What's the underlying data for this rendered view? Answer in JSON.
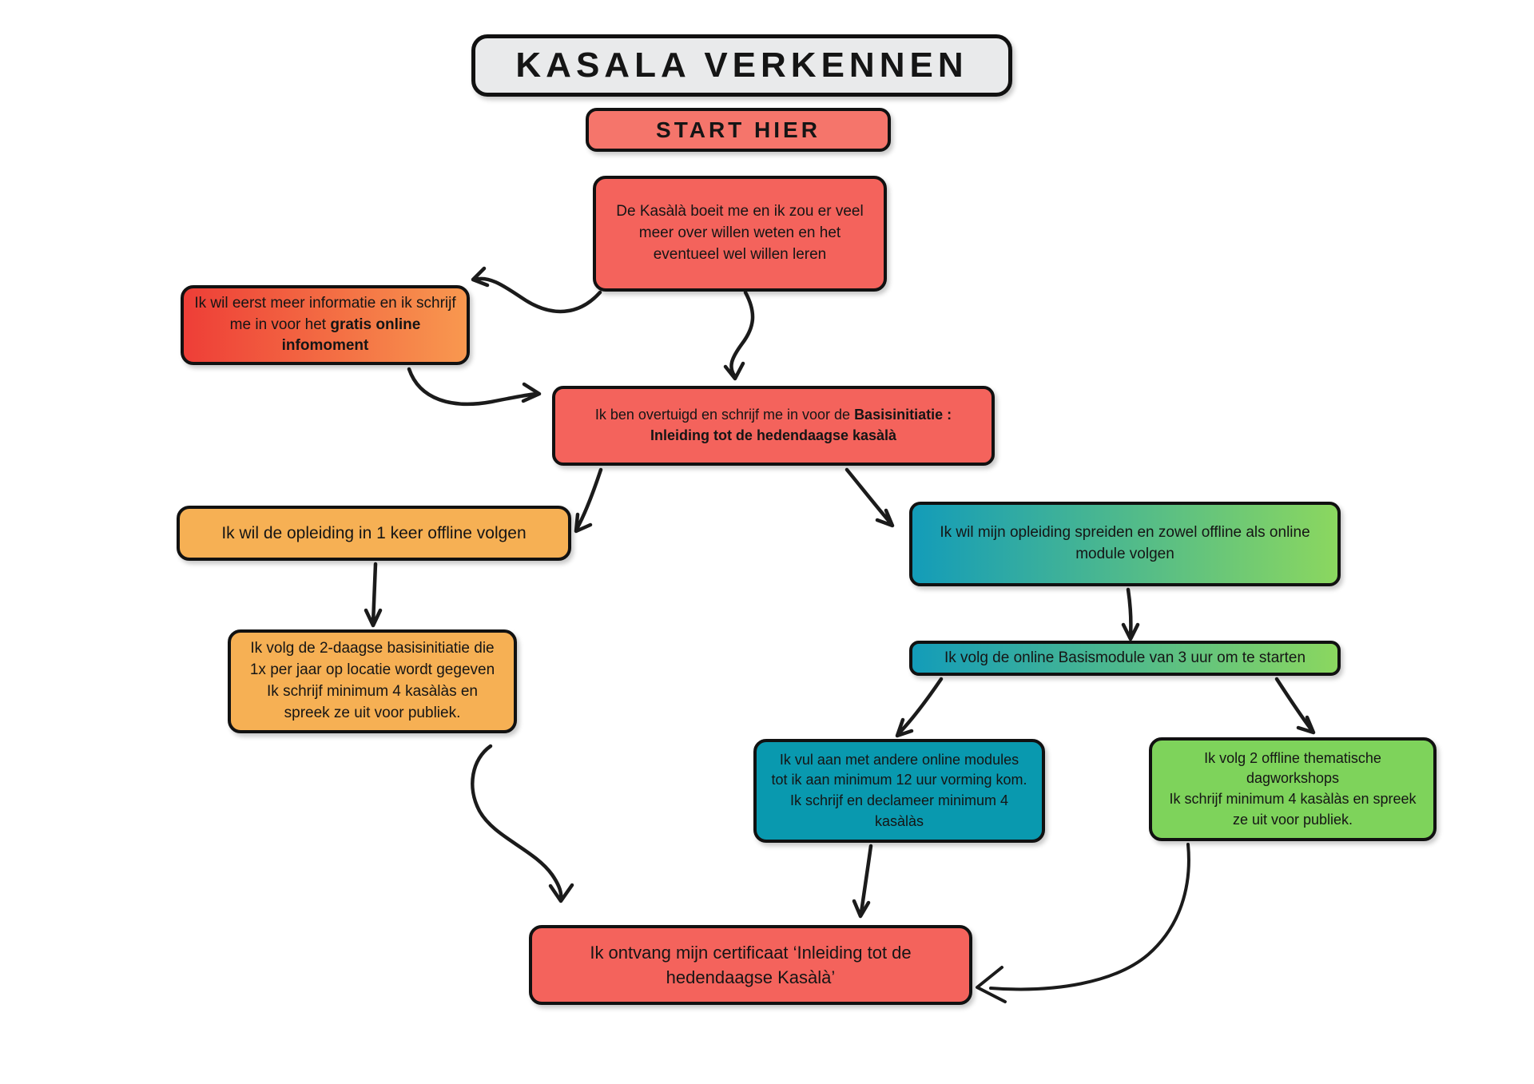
{
  "diagram": {
    "title": "KASALA VERKENNEN",
    "subtitle": "START HIER",
    "nodes": {
      "interest": {
        "text": "De Kasàlà boeit me en ik zou er veel\nmeer over willen weten en het\neventueel wel willen leren"
      },
      "info": {
        "text_normal": "Ik wil eerst meer informatie en ik schrijf me in voor het ",
        "text_bold": "gratis online infomoment"
      },
      "basis": {
        "text_normal": "Ik ben overtuigd en schrijf me in voor de ",
        "text_bold": "Basisinitiatie :\nInleiding tot de hedendaagse kasàlà"
      },
      "offline": {
        "text": "Ik wil de opleiding in 1 keer offline volgen"
      },
      "spread": {
        "text": "Ik wil mijn  opleiding spreiden en zowel offline als online\nmodule volgen"
      },
      "twodaagse": {
        "text": "Ik volg de 2-daagse basisinitiatie die\n1x per jaar op locatie wordt gegeven\nIk schrijf minimum  4 kasàlàs en\nspreek ze uit voor publiek."
      },
      "module": {
        "text": "Ik volg de online Basismodule van 3 uur om te starten"
      },
      "online12": {
        "text": "Ik vul aan met andere online modules\ntot ik aan minimum 12 uur vorming kom.\nIk schrijf en declameer minimum 4\nkasàlàs"
      },
      "workshops": {
        "text": "Ik volg 2 offline thematische\ndagworkshops\nIk schrijf minimum 4 kasàlàs en spreek\nze uit voor publiek."
      },
      "certificate": {
        "text": "Ik ontvang mijn certificaat ‘Inleiding tot de\nhedendaagse Kasàlà’"
      }
    },
    "colors": {
      "title_bg": "#E9EAEB",
      "salmon": "#F5756B",
      "red": "#F4635C",
      "info_gradient": "linear-gradient(90deg, #EE3E37, #F8984F)",
      "amber": "#F6B054",
      "teal_green_gradient": "linear-gradient(90deg, #139CB9, #8BD75F)",
      "teal": "#0999AF",
      "green": "#7ED35B",
      "border": "#111111",
      "arrow": "#1B1B1B"
    }
  }
}
